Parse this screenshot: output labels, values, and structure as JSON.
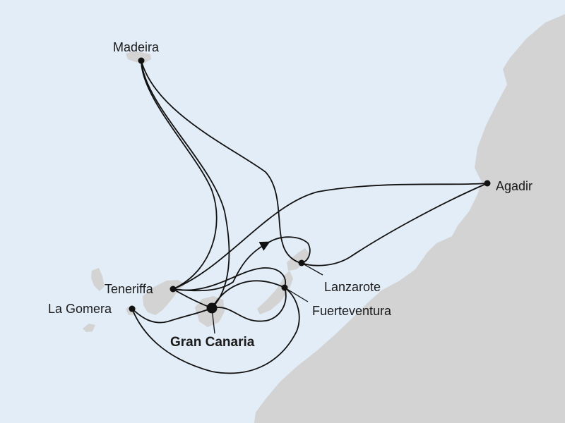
{
  "map": {
    "colors": {
      "sea": "#e3edf7",
      "land": "#d3d3d3",
      "route": "#111111"
    },
    "ports": {
      "madeira": "Madeira",
      "agadir": "Agadir",
      "teneriffa": "Teneriffa",
      "la_gomera": "La Gomera",
      "gran_canaria": "Gran Canaria",
      "lanzarote": "Lanzarote",
      "fuerteventura": "Fuerteventura"
    },
    "home_port": "Gran Canaria"
  }
}
